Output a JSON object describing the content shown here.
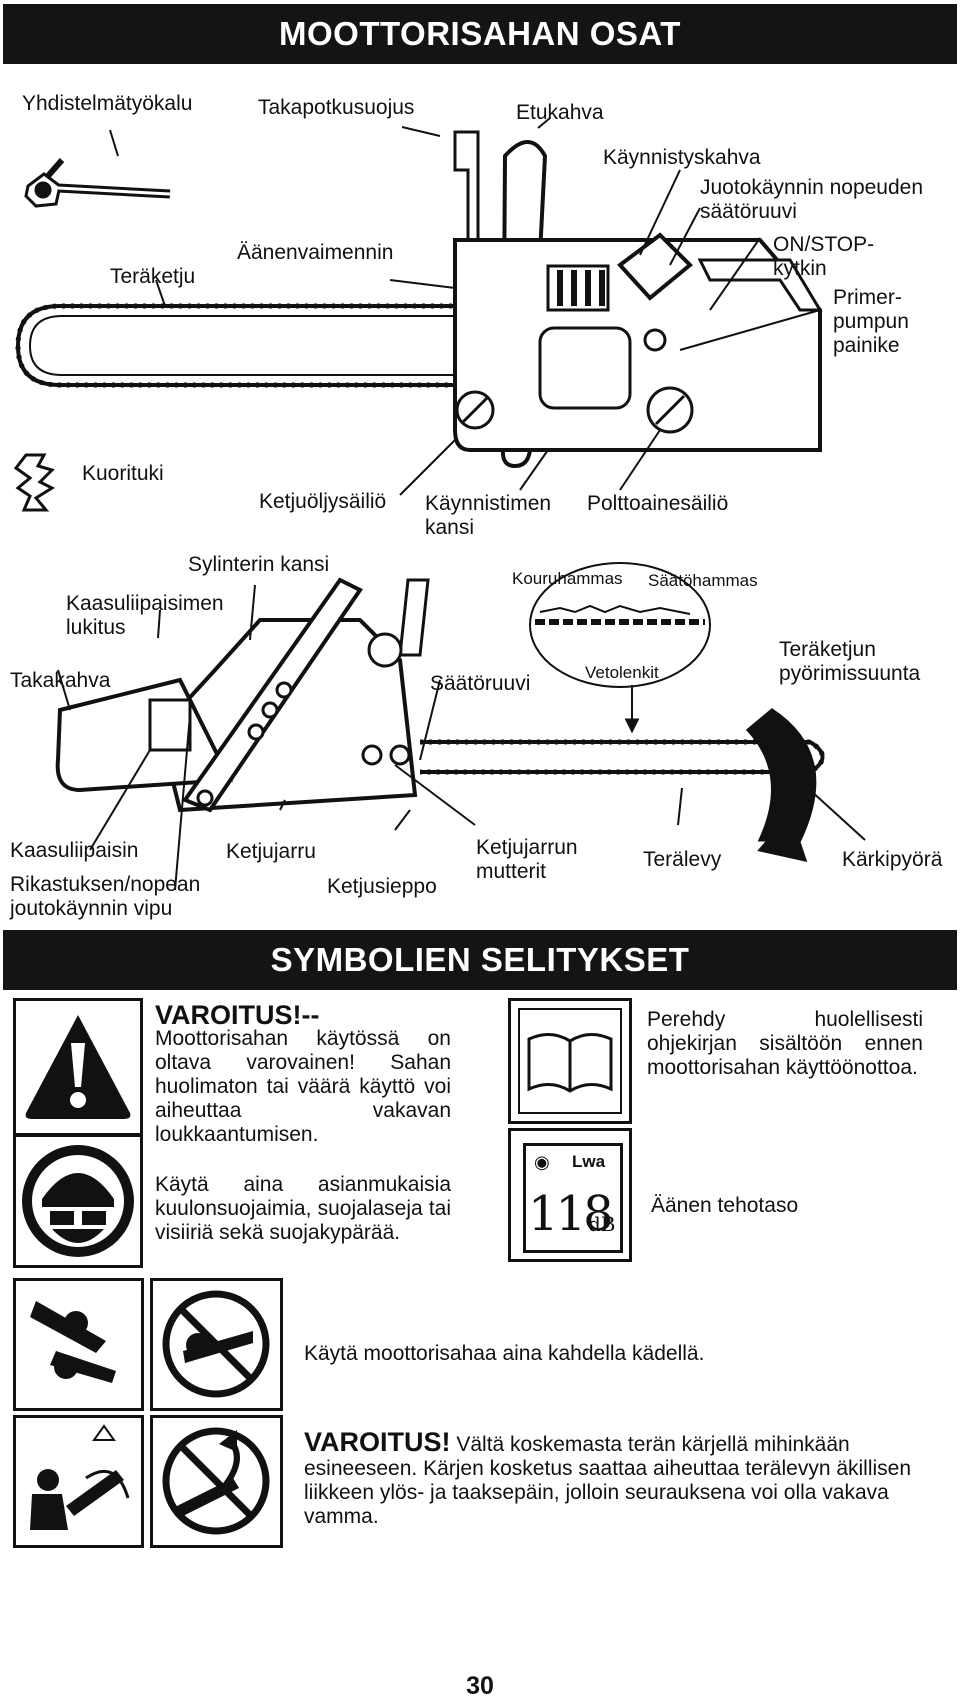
{
  "title": "MOOTTORISAHAN OSAT",
  "top_labels": {
    "yhdistelmatyokalu": "Yhdistelmätyökalu",
    "takapotkusuojus": "Takapotkusuojus",
    "etukahva": "Etukahva",
    "kaynnistyskahva": "Käynnistyskahva",
    "joutokaynti_line1": "Juotokäynnin nopeuden",
    "joutokaynti_line2": "säätöruuvi",
    "onstop_line1": "ON/STOP-",
    "onstop_line2": "kytkin",
    "primer_line1": "Primer-",
    "primer_line2": "pumpun",
    "primer_line3": "painike",
    "teraketju": "Teräketju",
    "aanenvaimennin": "Äänenvaimennin",
    "kuorituki": "Kuorituki",
    "ketjuoljysailio": "Ketjuöljysäiliö",
    "kaynnistimen_line1": "Käynnistimen",
    "kaynnistimen_line2": "kansi",
    "polttoainesailio": "Polttoainesäiliö"
  },
  "bottom_labels": {
    "sylinterin_kansi": "Sylinterin kansi",
    "kaasuliipaisimen_line1": "Kaasuliipaisimen",
    "kaasuliipaisimen_line2": "lukitus",
    "takakahva": "Takakahva",
    "kouruhammas": "Kouruhammas",
    "saatohammas": "Säätöhammas",
    "vetolenkit": "Vetolenkit",
    "saatoruuvi": "Säätöruuvi",
    "pyorimissuunta_line1": "Teräketjun",
    "pyorimissuunta_line2": "pyörimissuunta",
    "kaasuliipaisin": "Kaasuliipaisin",
    "ketjujarru": "Ketjujarru",
    "ketjujarrun_line1": "Ketjujarrun",
    "ketjujarrun_line2": "mutterit",
    "teralevy": "Terälevy",
    "karkipyora": "Kärkipyörä",
    "rikastuksen_line1": "Rikastuksen/nopean",
    "rikastuksen_line2": "joutokäynnin vipu",
    "ketjusieppo": "Ketjusieppo"
  },
  "symbols_title": "SYMBOLIEN SELITYKSET",
  "symbols": {
    "warning_head": "VAROITUS!--",
    "warning_text": "Moottorisahan käytössä on oltava varovainen! Sahan huolimaton tai väärä käyttö voi aiheuttaa vakavan loukkaantumisen.",
    "protection_text": "Käytä aina asianmukaisia kuulonsuojaimia, suojalaseja tai visiiriä sekä suojakypärää.",
    "manual_text": "Perehdy huolellisesti ohjekirjan sisältöön ennen moottorisahan käyttöönottoa.",
    "noise_lwa": "Lwa",
    "noise_value": "118",
    "noise_unit": "dB",
    "noise_text": "Äänen tehotaso",
    "two_hands_text": "Käytä moottorisahaa aina kahdella kädellä.",
    "kickback_head": "VAROITUS!",
    "kickback_text": "Vältä koskemasta terän kärjellä mihinkään esineeseen. Kärjen kosketus saattaa aiheuttaa terälevyn äkillisen liikkeen ylös- ja taaksepäin, jolloin seurauksena voi olla vakava vamma."
  },
  "page_number": "30"
}
